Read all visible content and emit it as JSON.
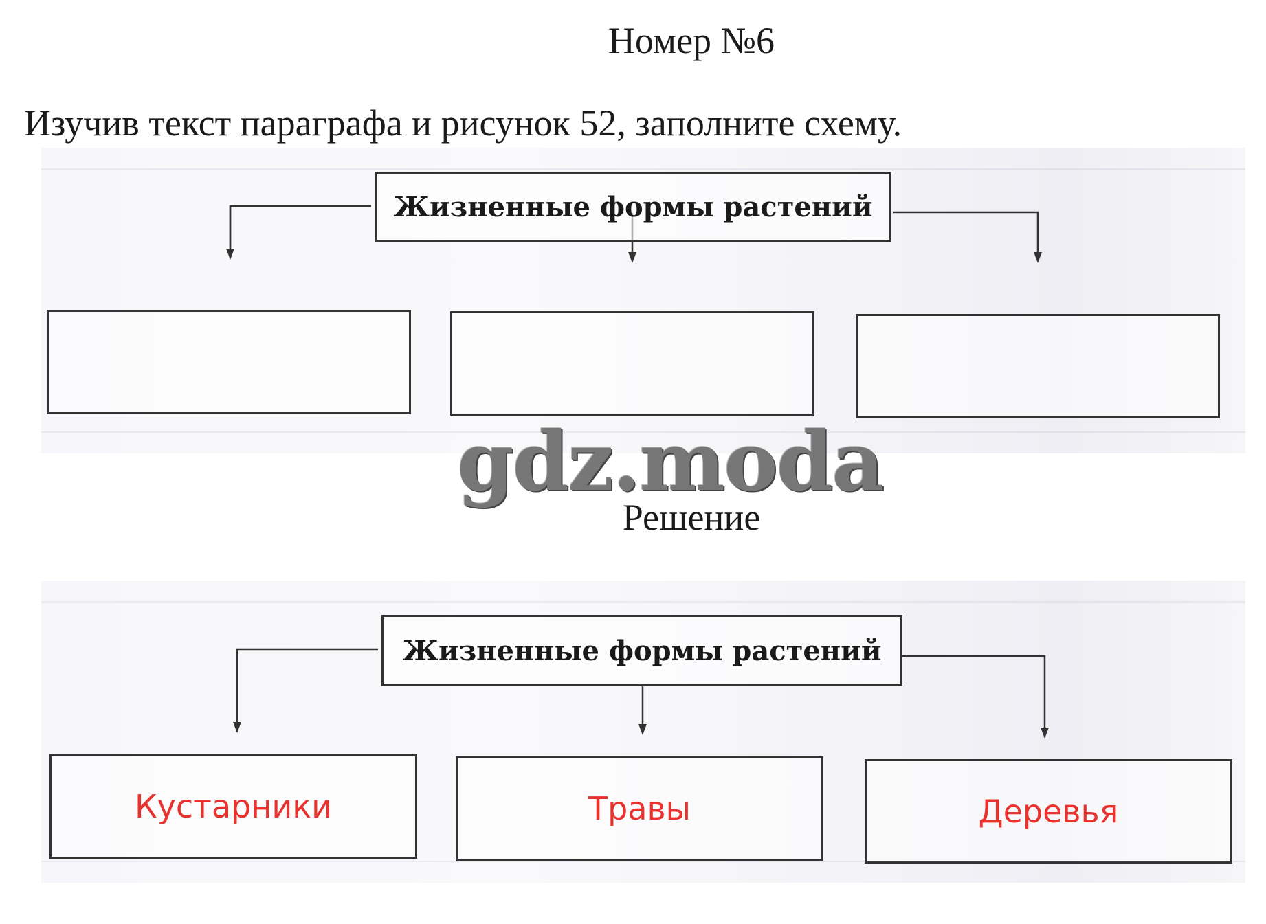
{
  "header": {
    "number_title": "Номер №6",
    "instruction": "Изучив текст параграфа и рисунок 52, заполните схему."
  },
  "task_diagram": {
    "root": "Жизненные формы растений",
    "leaves": [
      "",
      "",
      ""
    ]
  },
  "watermark": "gdz.moda",
  "solution": {
    "title": "Решение",
    "diagram": {
      "root": "Жизненные формы растений",
      "leaves": [
        "Кустарники",
        "Травы",
        "Деревья"
      ]
    }
  },
  "colors": {
    "answer_text": "#e8322e",
    "box_border": "#333333"
  }
}
